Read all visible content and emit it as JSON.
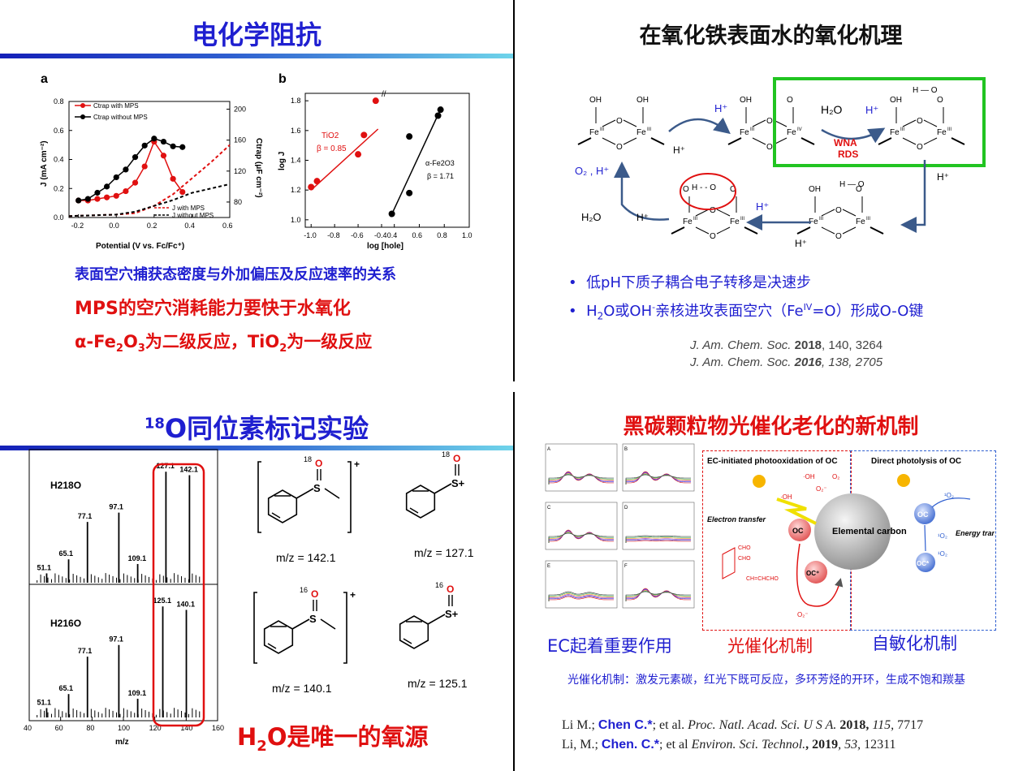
{
  "p1": {
    "title": "电化学阻抗",
    "fig_a": "a",
    "fig_b": "b",
    "legend_with": "C",
    "legend_trap": "trap",
    "legend_with_tail": " with MPS",
    "legend_without_tail": " without MPS",
    "legend_j_with": "J with MPS",
    "legend_j_without": "J without MPS",
    "xlabel_a": "Potential (V vs. Fc/Fc⁺)",
    "ylabel_a_left": "J (mA cm⁻²)",
    "ylabel_a_right": "C",
    "ylabel_a_right_sub": "trap",
    "ylabel_a_right_tail": " (μF cm⁻²)",
    "xticks_a": [
      "-0.2",
      "0.0",
      "0.2",
      "0.4",
      "0.6"
    ],
    "yticks_a_left": [
      "0.0",
      "0.2",
      "0.4",
      "0.6",
      "0.8"
    ],
    "yticks_a_right": [
      "80",
      "120",
      "160",
      "200"
    ],
    "xlabel_b": "log [hole]",
    "ylabel_b": "log J",
    "xticks_b": [
      "-1.0",
      "-0.8",
      "-0.6",
      "-0.4",
      "0.4",
      "0.6",
      "0.8",
      "1.0"
    ],
    "yticks_b": [
      "1.0",
      "1.2",
      "1.4",
      "1.6",
      "1.8"
    ],
    "tio2_label": "TiO",
    "tio2_sub": "2",
    "tio2_beta": "β = 0.85",
    "fe_label": "α-Fe",
    "fe_sub1": "2",
    "fe_o": "O",
    "fe_sub2": "3",
    "fe_beta": "β = 1.71",
    "line1": "表面空穴捕获态密度与外加偏压及反应速率的关系",
    "line2": "MPS的空穴消耗能力要快于水氧化",
    "line3_a": "α-Fe",
    "line3_s1": "2",
    "line3_b": "O",
    "line3_s2": "3",
    "line3_c": "为二级反应，TiO",
    "line3_s3": "2",
    "line3_d": "为一级反应"
  },
  "p2": {
    "title": "在氧化铁表面水的氧化机理",
    "oh": "OH",
    "fe3": "Fe",
    "fe3_sup": "III",
    "fe4_sup": "IV",
    "o": "O",
    "hplus": "H⁺",
    "h2o": "H₂O",
    "o2h": "O₂ , H⁺",
    "wna": "WNA",
    "rds": "RDS",
    "ho": "H — O",
    "hdots": "H - - O",
    "bullet1": "低pH下质子耦合电子转移是决速步",
    "bullet2_a": "H",
    "bullet2_s": "2",
    "bullet2_b": "O或OH",
    "bullet2_c": "-",
    "bullet2_d": "亲核进攻表面空穴（Fe",
    "bullet2_e": "IV",
    "bullet2_f": "=O）形成O-O键",
    "ref1_j": "J. Am. Chem. Soc.",
    "ref1_y": "2018",
    "ref1_t": ", 140, 3264",
    "ref2_j": "J. Am. Chem. Soc.",
    "ref2_y": "2016",
    "ref2_t": ", 138, 2705"
  },
  "p3": {
    "title_sup": "18",
    "title": "O同位素标记实验",
    "top_label_a": "H",
    "top_label_s": "2",
    "top_label_sup": "18",
    "top_label_o": "O",
    "bot_label_sup": "16",
    "peaks_top": [
      "51.1",
      "65.1",
      "77.1",
      "97.1",
      "109.1",
      "127.1",
      "142.1"
    ],
    "peaks_bot": [
      "51.1",
      "65.1",
      "77.1",
      "97.1",
      "109.1",
      "125.1",
      "140.1"
    ],
    "xticks": [
      "40",
      "60",
      "80",
      "100",
      "120",
      "140",
      "160"
    ],
    "xlabel": "m/z",
    "iso18": "18",
    "iso16": "16",
    "o": "O",
    "s": "S",
    "splus": "S+",
    "plus": "+",
    "mz1": "m/z = 142.1",
    "mz2": "m/z = 127.1",
    "mz3": "m/z = 140.1",
    "mz4": "m/z = 125.1",
    "conclusion_a": "H",
    "conclusion_s": "2",
    "conclusion_b": "O是唯一的氧源"
  },
  "p4": {
    "title": "黑碳颗粒物光催化老化的新机制",
    "left_panels": [
      "A",
      "B",
      "C",
      "D",
      "E",
      "F"
    ],
    "box1_title": "EC-initiated photooxidation of OC",
    "box2_title": "Direct photolysis of OC",
    "ec_label": "Elemental carbon",
    "e_transfer": "Electron transfer",
    "energy_transfer": "Energy transfer",
    "oc": "OC",
    "oc_plus": "OC⁺",
    "oc_star": "OC*",
    "oh": "·OH",
    "o2": "O₂",
    "o2m": "O₂⁻",
    "singlet": "¹O₂",
    "cho": "CHO",
    "ch_chcho": "CH=CHCHO",
    "cap1": "EC起着重要作用",
    "cap2": "光催化机制",
    "cap3": "自敏化机制",
    "desc": "光催化机制：激发元素碳，红光下既可反应，多环芳烃的开环，生成不饱和羰基",
    "ref1_a": "Li M.; ",
    "ref1_b": "Chen C.*",
    "ref1_c": "; et al. ",
    "ref1_j": "Proc. Natl. Acad. Sci. U S A.",
    "ref1_y": " 2018,",
    "ref1_v": " 115,",
    "ref1_p": " 7717",
    "ref2_a": "Li, M.; ",
    "ref2_b": "Chen. C.*",
    "ref2_c": "; et al ",
    "ref2_j": "Environ. Sci. Technol.",
    "ref2_y": ", 2019",
    "ref2_v": ", 53",
    "ref2_p": ", 12311"
  },
  "colors": {
    "title_blue": "#1f1fd0",
    "title_red": "#e01010",
    "accent_green": "#21c421"
  },
  "chart_data": [
    {
      "type": "line",
      "title": "",
      "xlabel": "Potential (V vs. Fc/Fc⁺)",
      "ylabel": "J (mA cm⁻²)",
      "ylabel_right": "Ctrap (μF cm⁻²)",
      "xlim": [
        -0.25,
        0.6
      ],
      "ylim": [
        0.0,
        0.8
      ],
      "ylim_right": [
        60,
        210
      ],
      "series": [
        {
          "name": "Ctrap with MPS",
          "axis": "right",
          "x": [
            -0.2,
            -0.15,
            -0.1,
            -0.05,
            0.0,
            0.05,
            0.1,
            0.15,
            0.2,
            0.25,
            0.3,
            0.35
          ],
          "values": [
            82,
            82,
            84,
            86,
            88,
            94,
            105,
            126,
            158,
            140,
            110,
            93
          ]
        },
        {
          "name": "Ctrap without MPS",
          "axis": "right",
          "x": [
            -0.2,
            -0.15,
            -0.1,
            -0.05,
            0.0,
            0.05,
            0.1,
            0.15,
            0.2,
            0.25,
            0.3,
            0.35
          ],
          "values": [
            82,
            84,
            92,
            100,
            112,
            122,
            138,
            153,
            162,
            158,
            152,
            151
          ]
        },
        {
          "name": "J with MPS",
          "axis": "left",
          "x": [
            -0.25,
            0.0,
            0.1,
            0.2,
            0.3,
            0.4,
            0.5,
            0.6
          ],
          "values": [
            0.01,
            0.02,
            0.03,
            0.08,
            0.16,
            0.27,
            0.38,
            0.5
          ]
        },
        {
          "name": "J without MPS",
          "axis": "left",
          "x": [
            -0.25,
            0.0,
            0.1,
            0.2,
            0.3,
            0.4,
            0.5,
            0.6
          ],
          "values": [
            0.01,
            0.02,
            0.04,
            0.08,
            0.12,
            0.17,
            0.2,
            0.23
          ]
        }
      ]
    },
    {
      "type": "scatter",
      "title": "",
      "xlabel": "log [hole]",
      "ylabel": "log J",
      "ylim": [
        0.95,
        1.85
      ],
      "series": [
        {
          "name": "TiO2",
          "x": [
            -1.0,
            -0.95,
            -0.6,
            -0.55,
            -0.45
          ],
          "values": [
            1.22,
            1.26,
            1.44,
            1.57,
            1.8
          ]
        },
        {
          "name": "α-Fe2O3",
          "x": [
            0.38,
            0.52,
            0.52,
            0.75,
            0.77
          ],
          "values": [
            1.04,
            1.18,
            1.56,
            1.7,
            1.74
          ]
        }
      ]
    },
    {
      "type": "bar",
      "title": "",
      "xlabel": "m/z",
      "series": [
        {
          "name": "H2 18O",
          "x": [
            51.1,
            65.1,
            77.1,
            97.1,
            109.1,
            127.1,
            142.1
          ],
          "values": [
            0.08,
            0.2,
            0.52,
            0.6,
            0.16,
            0.95,
            0.92
          ]
        },
        {
          "name": "H2 16O",
          "x": [
            51.1,
            65.1,
            77.1,
            97.1,
            109.1,
            125.1,
            140.1
          ],
          "values": [
            0.08,
            0.2,
            0.52,
            0.62,
            0.16,
            0.95,
            0.92
          ]
        }
      ]
    }
  ]
}
